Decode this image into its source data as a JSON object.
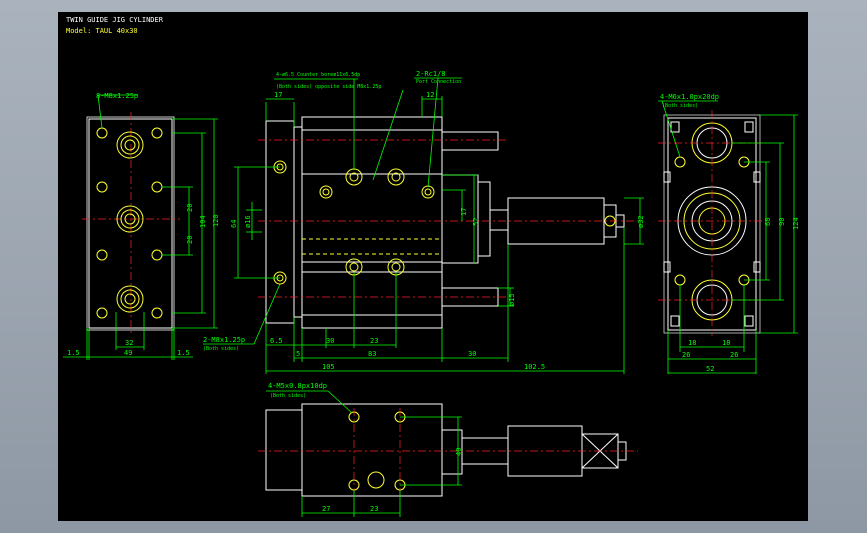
{
  "title_block": {
    "title": "TWIN GUIDE JIG CYLINDER",
    "model": "Model:  TAUL 40x30"
  },
  "colors": {
    "background": "#000000",
    "dimension": "#00ff00",
    "outline": "#ffffff",
    "hidden": "#ffff33",
    "center": "#ff2020"
  },
  "left_view": {
    "thread_note": "8-M8x1.25p",
    "dims": {
      "height_120": "120",
      "height_104": "104",
      "pitch_20a": "20",
      "pitch_20b": "20",
      "width_32": "32",
      "width_49": "49",
      "edge_left": "1.5",
      "edge_right": "1.5"
    }
  },
  "front_view": {
    "hole_note_1": "4-ø6.5  Counter boreø11x6.5dp",
    "hole_note_2": "(Both sides)  opposite side M8x1.25p",
    "port_note_1": "2-Rc1/8",
    "port_note_2": "Port Connection",
    "side_note_1": "2-M8x1.25p",
    "side_note_2": "(Both sides)",
    "dims": {
      "d17": "17",
      "d12": "12",
      "d64": "64",
      "d16": "ø16",
      "d17b": "17",
      "d52": "52",
      "d32": "ø32",
      "d15": "ø15",
      "d6_5": "6.5",
      "d5": "5",
      "d30": "30",
      "d23": "23",
      "d83": "83",
      "d30b": "30",
      "d105": "105",
      "d102_5": "102.5"
    }
  },
  "right_view": {
    "thread_note_1": "4-M6x1.0px20dp",
    "thread_note_2": "(Both sides)",
    "dims": {
      "d68": "68",
      "d90": "90",
      "d124": "124",
      "d18a": "18",
      "d18b": "18",
      "d26a": "26",
      "d26b": "26",
      "d52": "52"
    }
  },
  "bottom_view": {
    "hole_note_1": "4-M5x0.8px10dp",
    "hole_note_2": "(Both sides)",
    "dims": {
      "d40": "40",
      "d27": "27",
      "d23": "23"
    }
  }
}
